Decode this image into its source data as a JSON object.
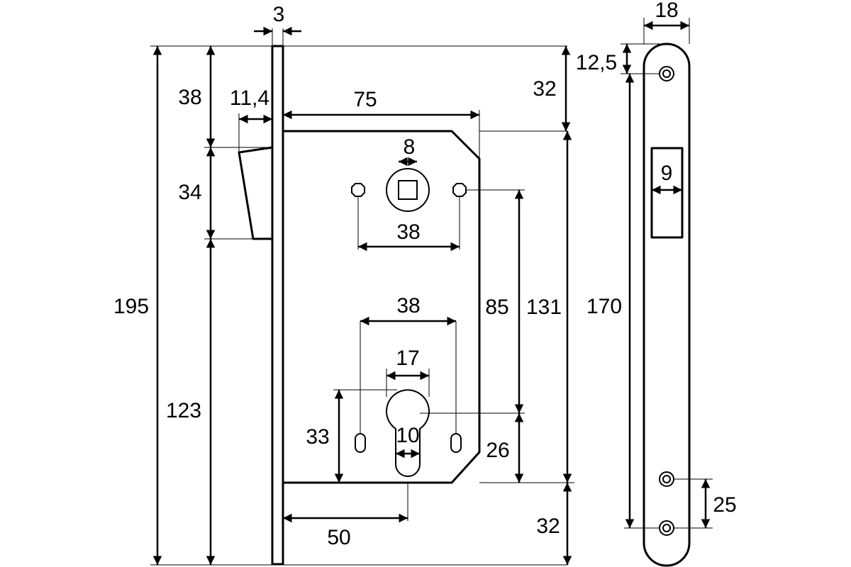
{
  "dimensions": {
    "faceplate_thickness": "3",
    "latch_projection": "11,4",
    "body_depth": "75",
    "total_height": "195",
    "top_to_latch": "38",
    "latch_height": "34",
    "latch_to_bottom": "123",
    "top_to_body": "32",
    "body_height": "131",
    "bottom_to_body": "32",
    "spindle_square": "8",
    "spindle_screw_spacing": "38",
    "cylinder_screw_spacing": "38",
    "cylinder_width": "17",
    "cylinder_slot_width": "10",
    "cylinder_height": "33",
    "backset": "50",
    "spindle_to_cylinder": "85",
    "cylinder_to_bottom": "26",
    "strike_width": "18",
    "strike_top_hole": "12,5",
    "strike_height": "170",
    "strike_slot_width": "9",
    "strike_bottom_holes": "25"
  }
}
